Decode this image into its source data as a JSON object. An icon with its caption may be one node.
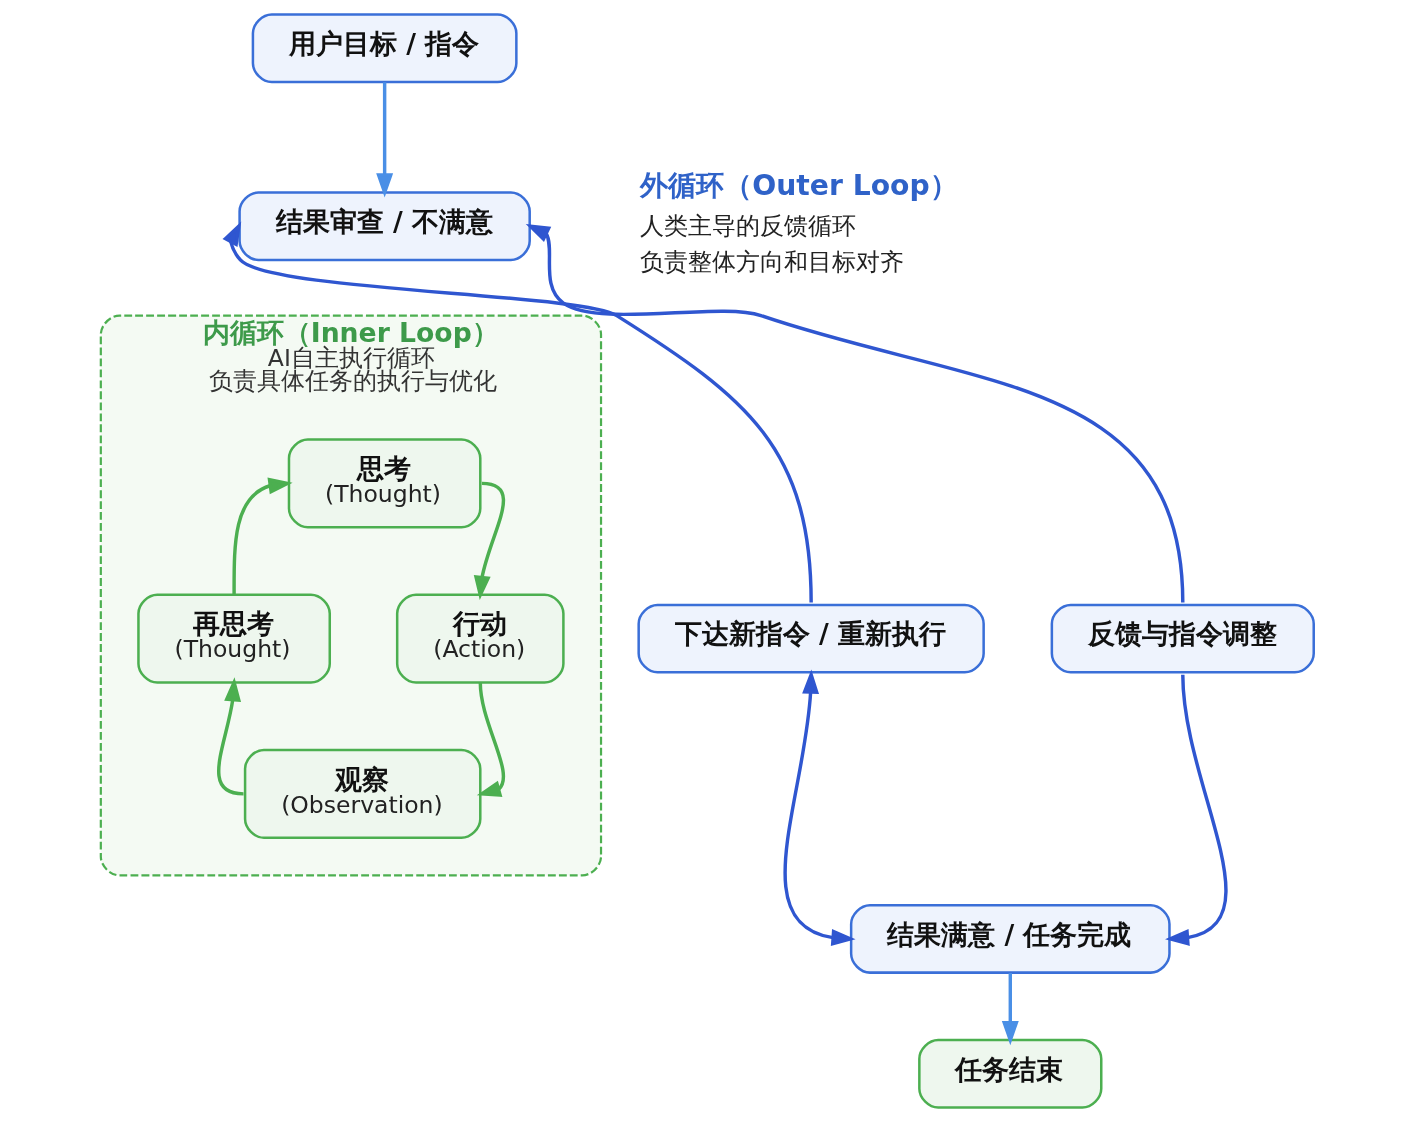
{
  "diagram": {
    "nodes": [
      {
        "text": [
          "用户目标 / 指令"
        ]
      },
      {
        "text": [
          "结果审查 / 不满意"
        ]
      },
      {
        "text": [
          "内循环（Inner Loop）",
          "AI自主执行循环",
          "负责具体任务的执行与优化"
        ]
      },
      {
        "text": [
          "思考",
          "(Thought)"
        ],
        "in": 2
      },
      {
        "text": [
          "再思考",
          "(Thought)"
        ],
        "in": 2
      },
      {
        "text": [
          "行动",
          "(Action)"
        ],
        "in": 2
      },
      {
        "text": [
          "观察",
          "(Observation)"
        ],
        "in": 2
      },
      {
        "text": [
          "下达新指令 / 重新执行"
        ]
      },
      {
        "text": [
          "反馈与指令调整"
        ]
      },
      {
        "text": [
          "结果满意 / 任务完成"
        ]
      },
      {
        "text": [
          "任务结束"
        ]
      }
    ],
    "edges": [
      {
        "from": 0,
        "to": 1,
        "arrow": "to",
        "color": "#4a8fe6"
      },
      {
        "from": 3,
        "to": 5,
        "arrow": "to",
        "color": "#4caf50"
      },
      {
        "from": 5,
        "to": 6,
        "arrow": "to",
        "color": "#4caf50"
      },
      {
        "from": 6,
        "to": 4,
        "arrow": "to",
        "color": "#4caf50"
      },
      {
        "from": 4,
        "to": 3,
        "arrow": "to",
        "color": "#4caf50"
      },
      {
        "from": 7,
        "to": 1,
        "arrow": "to",
        "color": "#2f56d0"
      },
      {
        "from": 8,
        "to": 1,
        "arrow": "to",
        "color": "#2f56d0"
      },
      {
        "from": 7,
        "to": 9,
        "arrow": "both",
        "color": "#2f56d0"
      },
      {
        "from": 8,
        "to": 9,
        "arrow": "to",
        "color": "#2f56d0"
      },
      {
        "from": 9,
        "to": 10,
        "arrow": "to",
        "color": "#4a8fe6"
      }
    ],
    "labels": [
      "外循环（Outer Loop）",
      "人类主导的反馈循环",
      "负责整体方向和目标对齐"
    ]
  }
}
